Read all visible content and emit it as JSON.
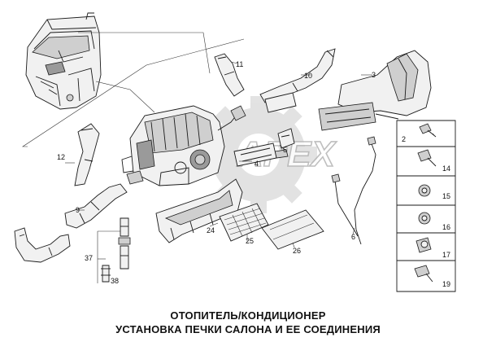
{
  "caption": {
    "line1": "ОТОПИТЕЛЬ/КОНДИЦИОНЕР",
    "line2": "УСТАНОВКА ПЕЧКИ САЛОНА И ЕЕ СОЕДИНЕНИЯ"
  },
  "watermark": "APEX",
  "callouts": {
    "c2": "2",
    "c3": "3",
    "c4": "4",
    "c5": "5",
    "c6": "6",
    "c9": "9",
    "c10": "10",
    "c11": "11",
    "c12": "12",
    "c14": "14",
    "c15": "15",
    "c16": "16",
    "c17": "17",
    "c19": "19",
    "c24": "24",
    "c25": "25",
    "c26": "26",
    "c37": "37",
    "c38": "38"
  },
  "icons": {
    "truck-cab": "truck-cab-icon",
    "heater-unit": "heater-unit-icon",
    "hardware": [
      "screw-icon",
      "bolt-icon",
      "nut-icon",
      "clip-nut-icon",
      "spacer-icon",
      "screw-washer-icon"
    ]
  }
}
